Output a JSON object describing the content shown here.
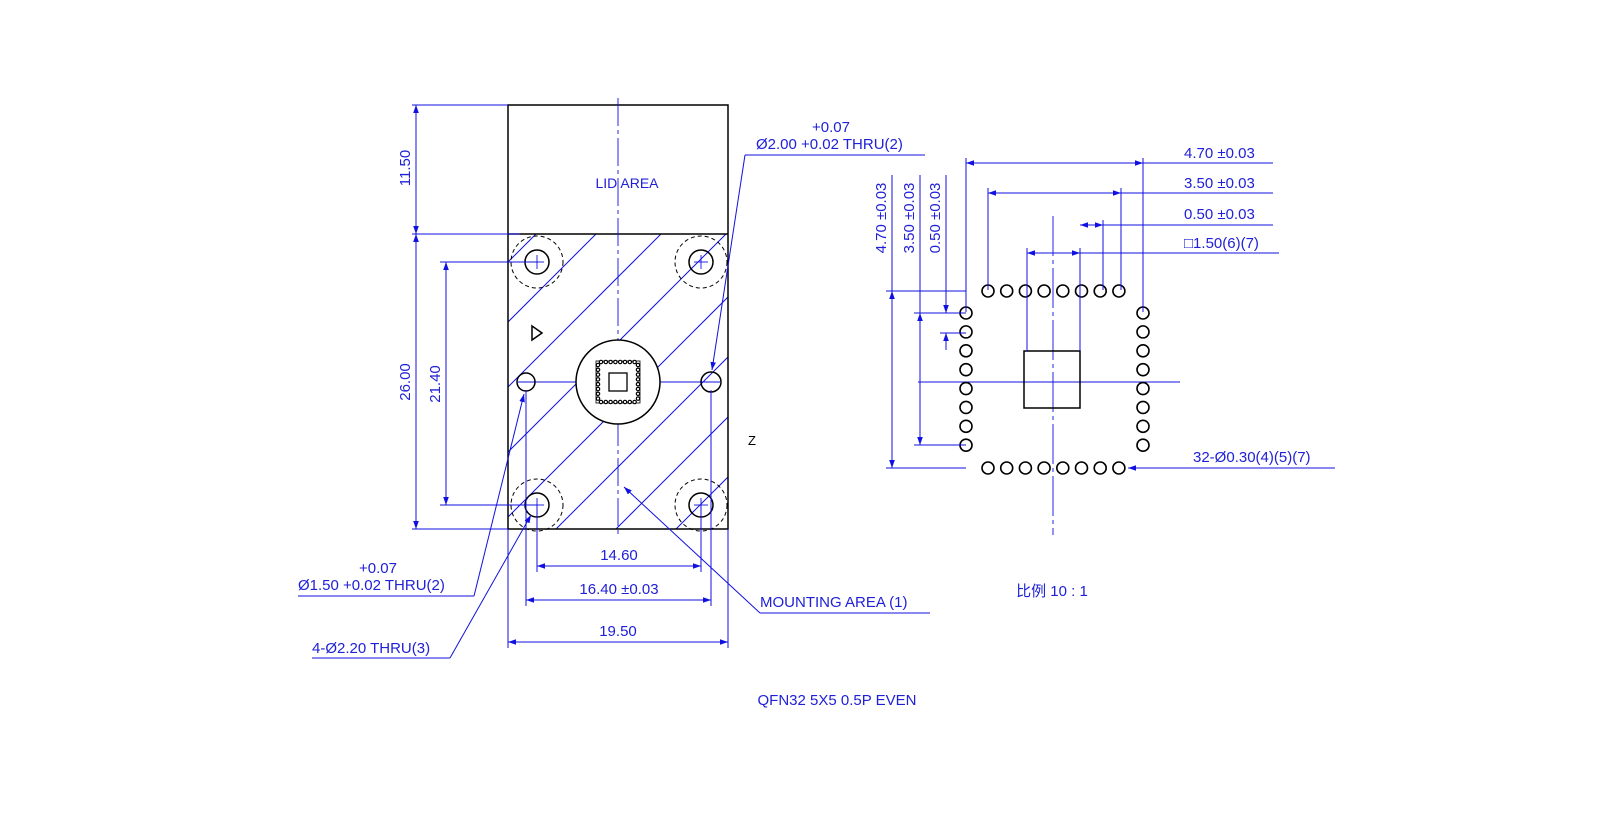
{
  "labels": {
    "lid_area": "LID AREA",
    "z_mark": "Z",
    "caption": "QFN32 5X5 0.5P EVEN",
    "scale": "比例 10 : 1"
  },
  "dims_left": {
    "lid_height": "11.50",
    "body_height": "26.00",
    "pin_span_vertical": "21.40",
    "pin_span_horizontal": "14.60",
    "hole_span": "16.40 ±0.03",
    "total_width": "19.50"
  },
  "callouts_left": {
    "dowel_tol": "+0.07",
    "dowel_dia": "Ø1.50 +0.02 THRU(2)",
    "mount_holes": "4-Ø2.20 THRU(3)",
    "top_tol": "+0.07",
    "top_dia": "Ø2.00 +0.02 THRU(2)",
    "mounting_area": "MOUNTING AREA (1)"
  },
  "dims_right": {
    "h_outer": "4.70 ±0.03",
    "h_inner": "3.50 ±0.03",
    "h_pitch": "0.50 ±0.03",
    "pad_square": "□1.50(6)(7)",
    "v_outer": "4.70 ±0.03",
    "v_inner": "3.50 ±0.03",
    "v_pitch": "0.50 ±0.03",
    "pin_count": "32-Ø0.30(4)(5)(7)"
  }
}
